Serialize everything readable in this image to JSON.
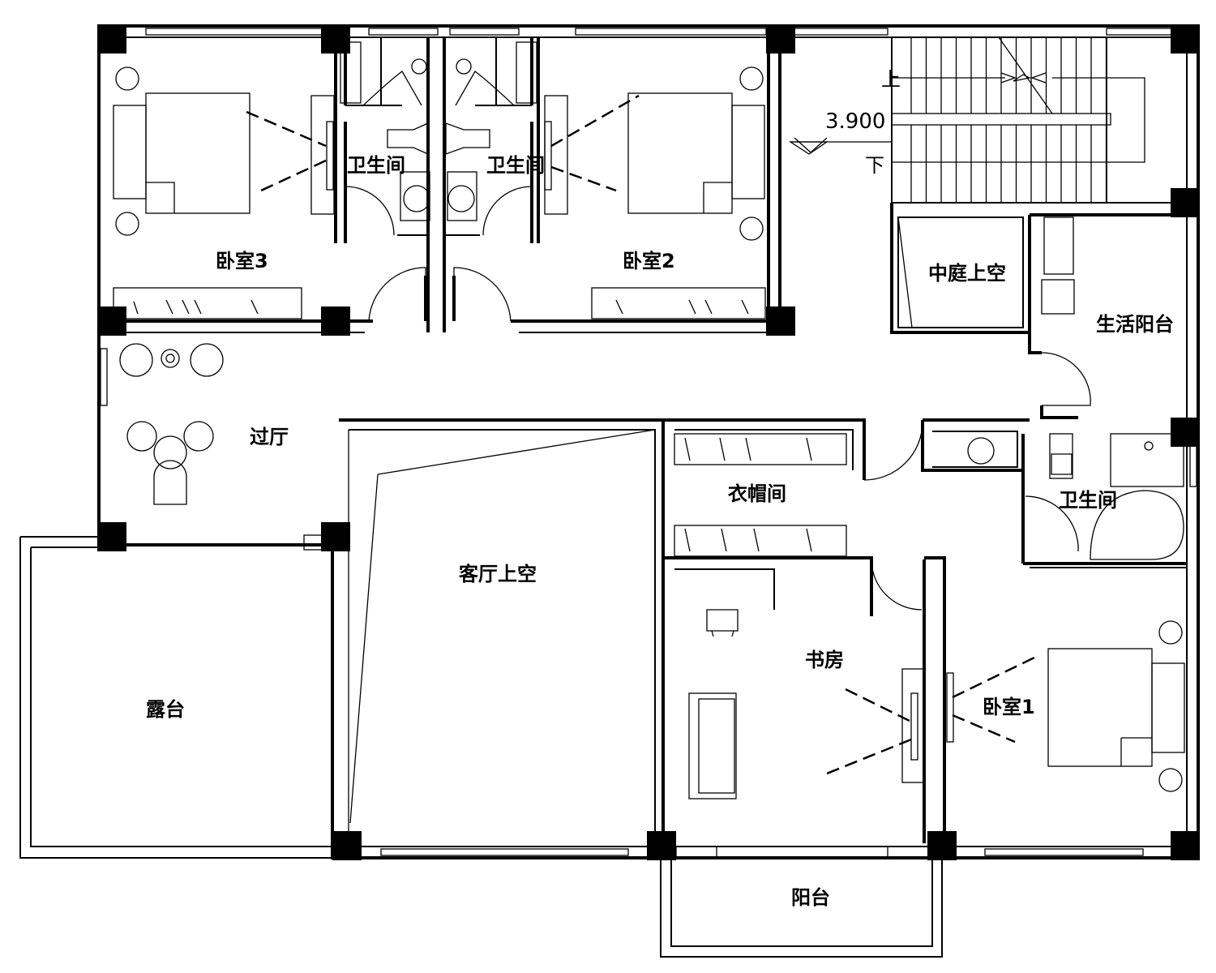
{
  "rooms": {
    "bedroom3": "卧室3",
    "bedroom2": "卧室2",
    "bedroom1": "卧室1",
    "bathroom_left": "卫生间",
    "bathroom_right": "卫生间",
    "bathroom_east": "卫生间",
    "atrium_void": "中庭上空",
    "utility_balcony": "生活阳台",
    "hall": "过厅",
    "cloakroom": "衣帽间",
    "living_void": "客厅上空",
    "terrace": "露台",
    "study": "书房",
    "balcony": "阳台"
  },
  "stair": {
    "up": "上",
    "down": "下",
    "elevation": "3.900"
  }
}
